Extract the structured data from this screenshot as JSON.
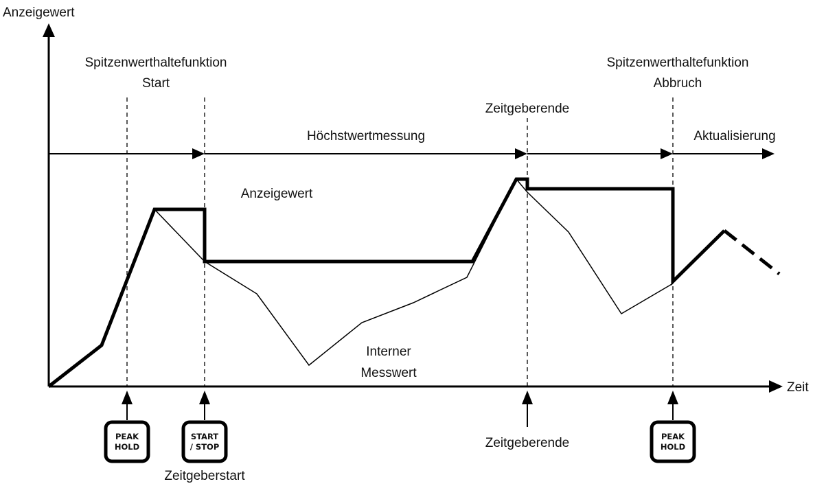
{
  "diagram": {
    "y_axis_label": "Anzeigewert",
    "x_axis_label": "Zeit",
    "peak_start_line1": "Spitzenwerthaltefunktion",
    "peak_start_line2": "Start",
    "peak_abort_line1": "Spitzenwerthaltefunktion",
    "peak_abort_line2": "Abbruch",
    "timer_end_top": "Zeitgeberende",
    "max_measurement": "Höchstwertmessung",
    "update": "Aktualisierung",
    "display_value": "Anzeigewert",
    "internal_line1": "Interner",
    "internal_line2": "Messwert",
    "timer_end_bottom": "Zeitgeberende",
    "timer_start": "Zeitgeberstart"
  },
  "buttons": {
    "peak_hold_1": {
      "line1": "PEAK",
      "line2": "HOLD"
    },
    "start_stop": {
      "line1": "START",
      "line2": "/ STOP"
    },
    "peak_hold_2": {
      "line1": "PEAK",
      "line2": "HOLD"
    }
  }
}
